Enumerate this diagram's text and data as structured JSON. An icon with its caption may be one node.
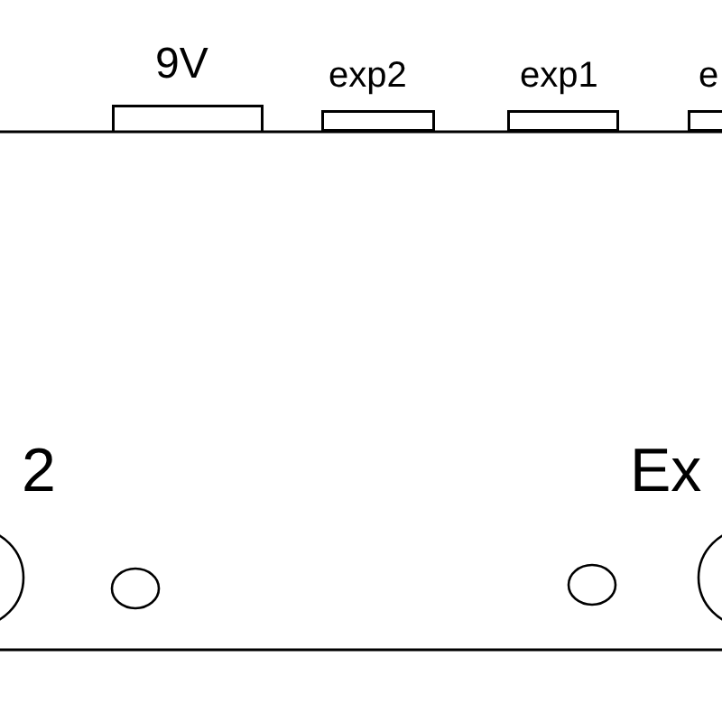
{
  "diagram": {
    "nodes": [
      {
        "text": [
          "9V"
        ]
      },
      {
        "text": [
          "exp2"
        ]
      },
      {
        "text": [
          "exp1"
        ]
      },
      {
        "text": [
          "e"
        ]
      },
      {
        "text": [
          "2"
        ]
      },
      {
        "text": [],
        "shape": "circle"
      },
      {
        "text": [],
        "shape": "circle"
      },
      {
        "text": [
          "Ex"
        ]
      }
    ],
    "edges": []
  }
}
